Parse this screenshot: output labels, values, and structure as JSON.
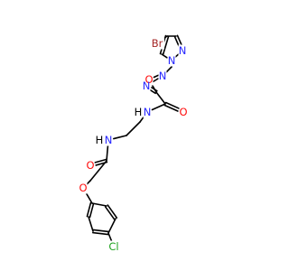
{
  "colors": {
    "bond": "#000000",
    "C": "#000000",
    "N": "#2626ff",
    "O": "#ff0d0d",
    "Br": "#a62929",
    "Cl": "#1fa31f"
  },
  "atoms": [
    {
      "id": "br",
      "symbol": "Br",
      "label": "Br"
    },
    {
      "id": "n1",
      "symbol": "N",
      "label": "N"
    },
    {
      "id": "n2",
      "symbol": "N",
      "label": "N"
    },
    {
      "id": "o1",
      "symbol": "O",
      "label": "O"
    },
    {
      "id": "n3",
      "symbol": "N",
      "label": "N"
    },
    {
      "id": "n4",
      "symbol": "N",
      "label": "N"
    },
    {
      "id": "nh1",
      "symbol": "N",
      "label": "N"
    },
    {
      "id": "h1",
      "symbol": "H",
      "label": "H"
    },
    {
      "id": "o2",
      "symbol": "O",
      "label": "O"
    },
    {
      "id": "nh2",
      "symbol": "N",
      "label": "N"
    },
    {
      "id": "h2",
      "symbol": "H",
      "label": "H"
    },
    {
      "id": "o3",
      "symbol": "O",
      "label": "O"
    },
    {
      "id": "o4",
      "symbol": "O",
      "label": "O"
    },
    {
      "id": "cl",
      "symbol": "Cl",
      "label": "Cl"
    }
  ]
}
